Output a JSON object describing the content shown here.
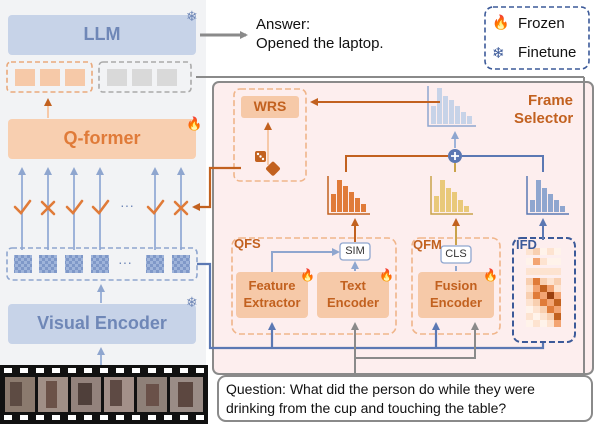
{
  "colors": {
    "left_panel_bg": "#f2f3f5",
    "frame_selector_bg": "#fdeeee",
    "blue_box": "#c7d3e8",
    "blue_text": "#6f87b7",
    "orange_box": "#f8cfb0",
    "orange_text": "#e07b39",
    "orange_dark": "#c2611f",
    "yellow_bars": "#e9c97a",
    "grey_line": "#8a8a8a",
    "navy_dashed": "#3c5a99"
  },
  "icons": {
    "frozen": "snowflake-icon",
    "finetune": "flame-icon",
    "dice": "dice-icon",
    "plus": "plus-circle-icon"
  },
  "left": {
    "llm_label": "LLM",
    "qformer_label": "Q-former",
    "visual_encoder_label": "Visual Encoder",
    "ellipsis": "···"
  },
  "answer": {
    "line1": "Answer:",
    "line2": "Opened the laptop."
  },
  "legend": {
    "frozen": "Frozen",
    "finetune": "Finetune"
  },
  "frame_selector": {
    "title_line1": "Frame",
    "title_line2": "Selector",
    "wrs": "WRS",
    "qfs": "QFS",
    "qfm": "QFM",
    "ifd": "IFD",
    "sim": "SIM",
    "cls": "CLS",
    "feature_extractor_l1": "Feature",
    "feature_extractor_l2": "Extractor",
    "text_encoder_l1": "Text",
    "text_encoder_l2": "Encoder",
    "fusion_encoder_l1": "Fusion",
    "fusion_encoder_l2": "Encoder"
  },
  "question": {
    "line1": "Question: What did the person do while they were",
    "line2": "drinking from the cup and touching the table?"
  }
}
